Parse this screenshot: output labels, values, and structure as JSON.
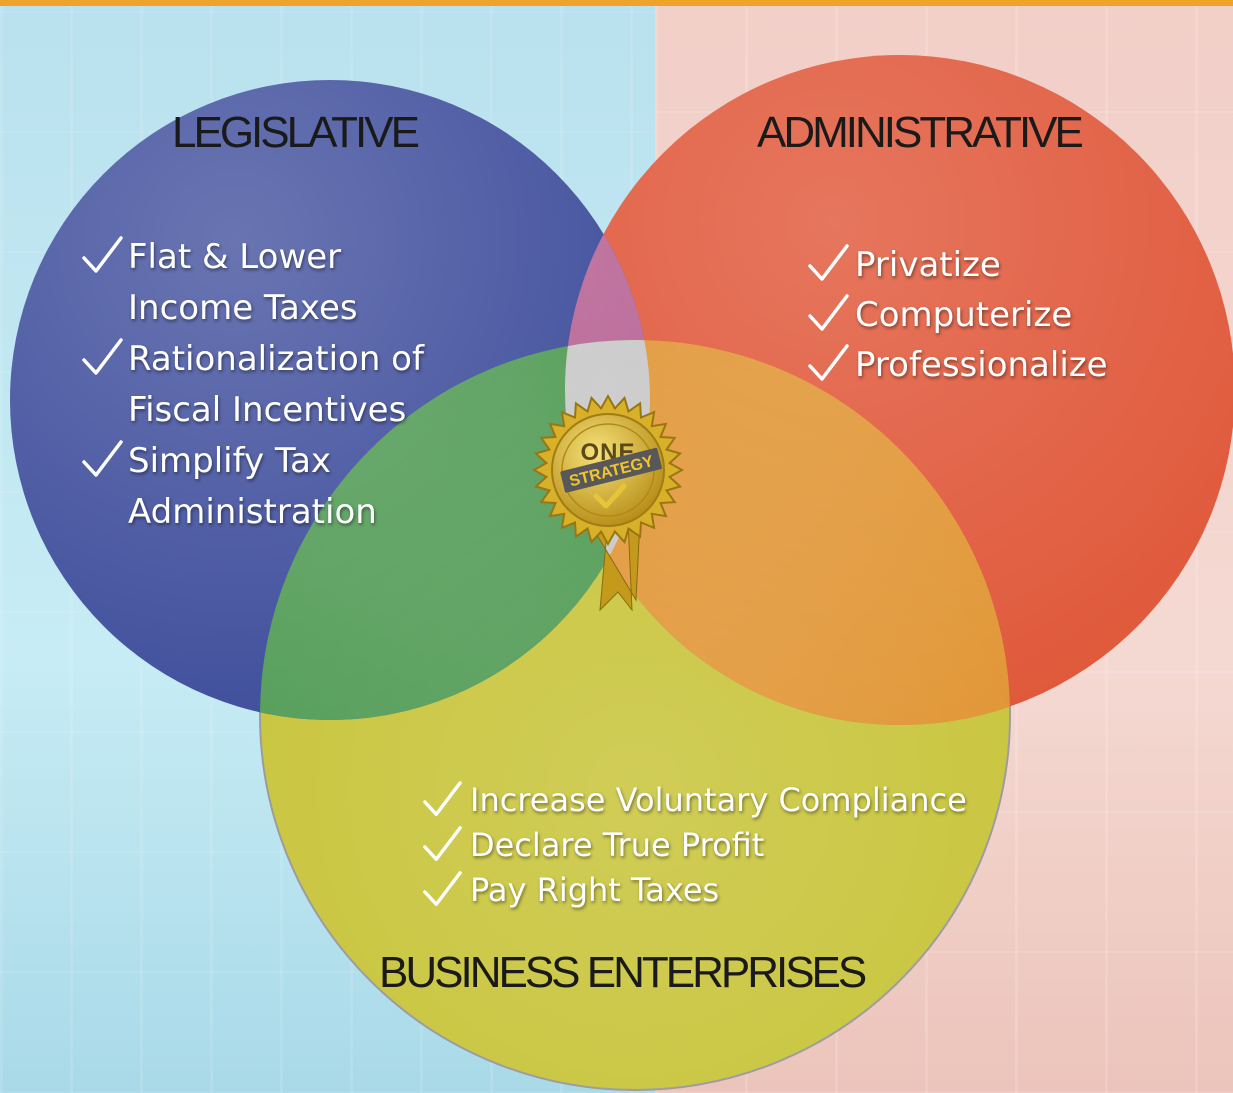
{
  "colors": {
    "top_bar": "#f0a32a",
    "legislative": "#3f4e9c",
    "administrative": "#e0583a",
    "business": "#c8c43a",
    "overlap_legislative_administrative": "#b45a8e",
    "overlap_legislative_business": "#4f9a53",
    "overlap_administrative_business": "#e0922e",
    "center": "#c4c4c4"
  },
  "legislative": {
    "title": "LEGISLATIVE",
    "items": [
      "Flat & Lower\nIncome Taxes",
      "Rationalization of\nFiscal Incentives",
      "Simplify Tax\nAdministration"
    ]
  },
  "administrative": {
    "title": "ADMINISTRATIVE",
    "items": [
      "Privatize",
      "Computerize",
      "Professionalize"
    ]
  },
  "business": {
    "title": "BUSINESS ENTERPRISES",
    "items": [
      "Increase Voluntary Compliance",
      "Declare True Profit",
      "Pay Right Taxes"
    ]
  },
  "badge": {
    "brand": "ONE",
    "label": "STRATEGY",
    "icon": "award-seal-icon"
  },
  "icons": {
    "check": "checkmark-icon"
  }
}
